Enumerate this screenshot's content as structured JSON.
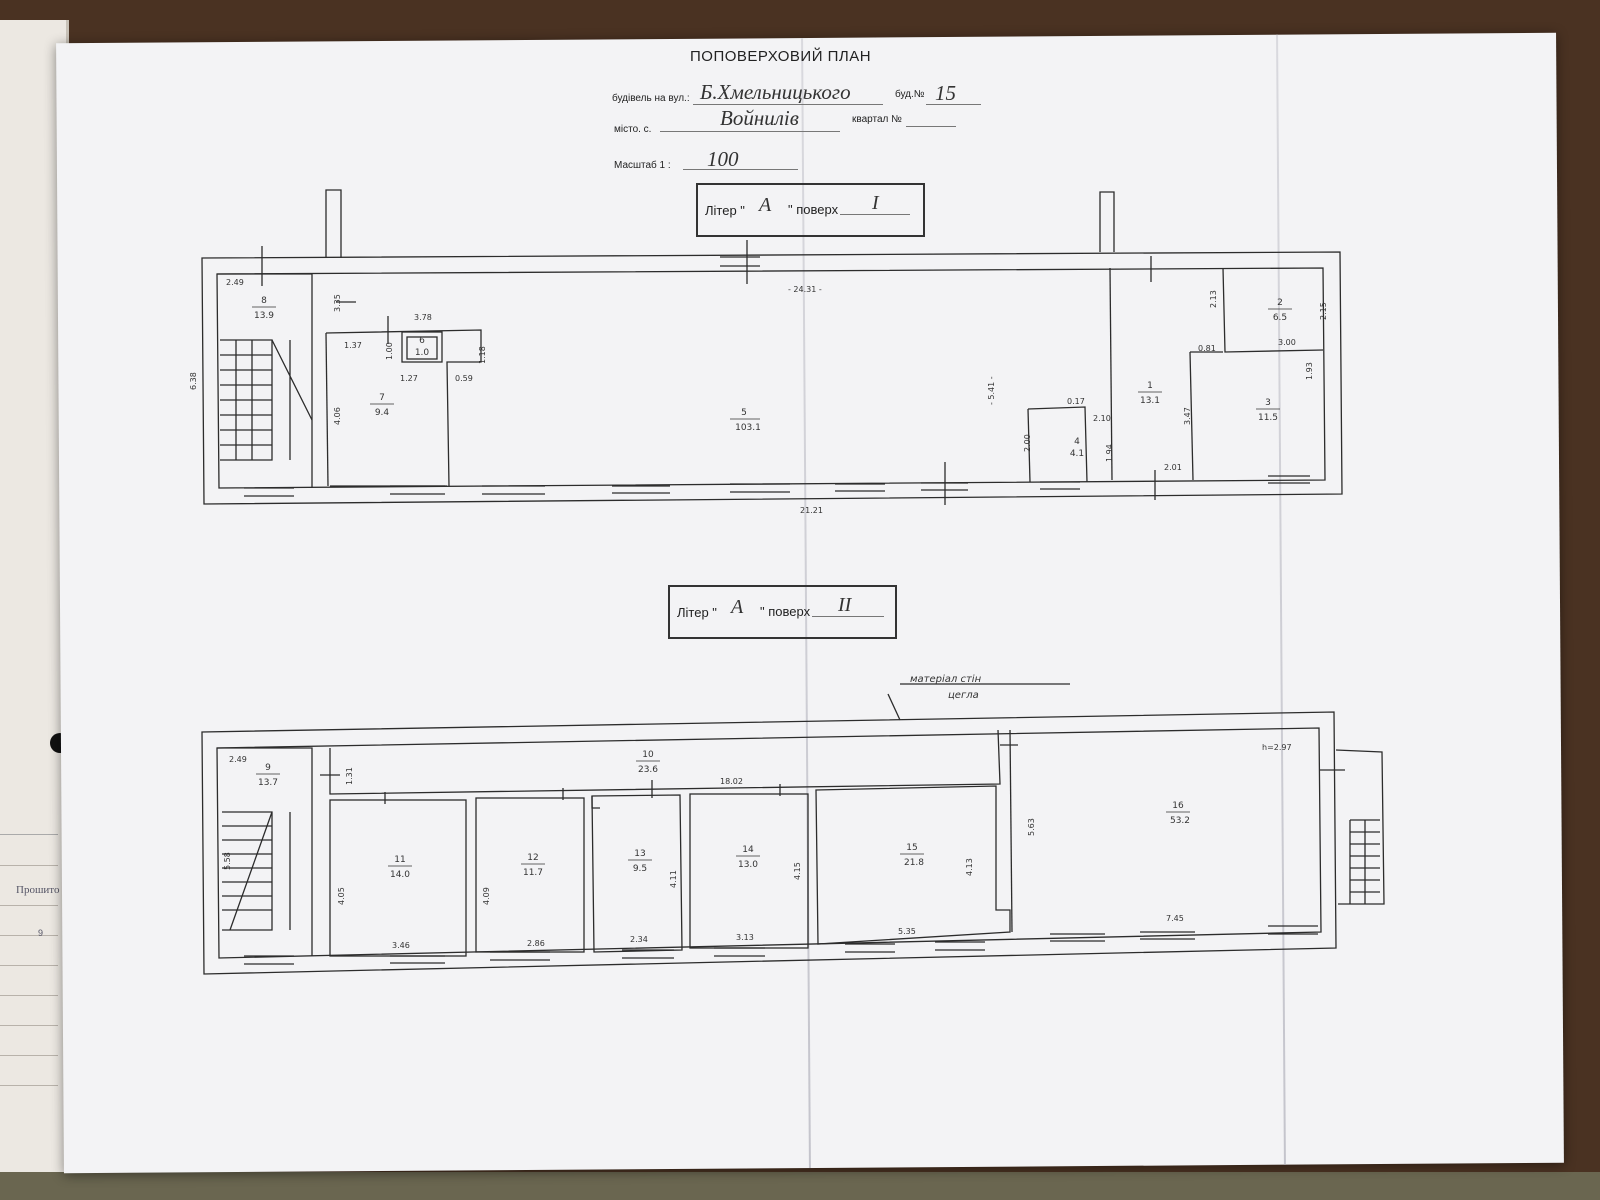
{
  "title": "ПОПОВЕРХОВИЙ ПЛАН",
  "header": {
    "building_label": "будівель на вул.:",
    "street": "Б.Хмельницького",
    "building_no_label": "буд.№",
    "building_no": "15",
    "city_label": "місто. с.",
    "city": "Войнилів",
    "quarter_label": "квартал №",
    "scale_label": "Масштаб 1 :",
    "scale": "100"
  },
  "floor1": {
    "liter_label": "Літер \"",
    "liter_mid": "\" поверх",
    "liter": "А",
    "floor": "I",
    "rooms": [
      {
        "id": "r8",
        "num": "8",
        "area": "13.9"
      },
      {
        "id": "r7",
        "num": "7",
        "area": "9.4"
      },
      {
        "id": "r6",
        "num": "6",
        "area": "1.0"
      },
      {
        "id": "r5",
        "num": "5",
        "area": "103.1"
      },
      {
        "id": "r4",
        "num": "4",
        "area": "4.1"
      },
      {
        "id": "r1",
        "num": "1",
        "area": "13.1"
      },
      {
        "id": "r2",
        "num": "2",
        "area": "6.5"
      },
      {
        "id": "r3",
        "num": "3",
        "area": "11.5"
      }
    ],
    "dims": {
      "d249": "2.49",
      "d638": "6.38",
      "d335": "3.35",
      "d378": "3.78",
      "d137": "1.37",
      "d100": "1.00",
      "d127": "1.27",
      "d059": "0.59",
      "d118": "1.18",
      "d406": "4.06",
      "d2431": "- 24.31 -",
      "d2121": "21.21",
      "d541": "- 5.41 -",
      "d017": "0.17",
      "d210": "2.10",
      "d200": "2.00",
      "d194": "1.94",
      "d213": "2.13",
      "d215": "2.15",
      "d081": "0.81",
      "d300": "3.00",
      "d347": "3.47",
      "d201": "2.01",
      "d193": "1.93"
    }
  },
  "floor2": {
    "liter_label": "Літер \"",
    "liter_mid": "\" поверх",
    "liter": "А",
    "floor": "II",
    "note_line1": "матеріал стін",
    "note_line2": "цегла",
    "height": "h=2.97",
    "rooms": [
      {
        "id": "r9",
        "num": "9",
        "area": "13.7"
      },
      {
        "id": "r10",
        "num": "10",
        "area": "23.6"
      },
      {
        "id": "r11",
        "num": "11",
        "area": "14.0"
      },
      {
        "id": "r12",
        "num": "12",
        "area": "11.7"
      },
      {
        "id": "r13",
        "num": "13",
        "area": "9.5"
      },
      {
        "id": "r14",
        "num": "14",
        "area": "13.0"
      },
      {
        "id": "r15",
        "num": "15",
        "area": "21.8"
      },
      {
        "id": "r16",
        "num": "16",
        "area": "53.2"
      }
    ],
    "dims": {
      "d249": "2.49",
      "d131": "1.31",
      "d558": "5.58",
      "d405": "4.05",
      "d346": "3.46",
      "d409": "4.09",
      "d286": "2.86",
      "d411": "4.11",
      "d234": "2.34",
      "d1802": "18.02",
      "d415": "4.15",
      "d313": "3.13",
      "d413": "4.13",
      "d535": "5.35",
      "d563": "5.63",
      "d745": "7.45"
    }
  },
  "side_stamp": {
    "label": "Прошито",
    "num": "9"
  }
}
